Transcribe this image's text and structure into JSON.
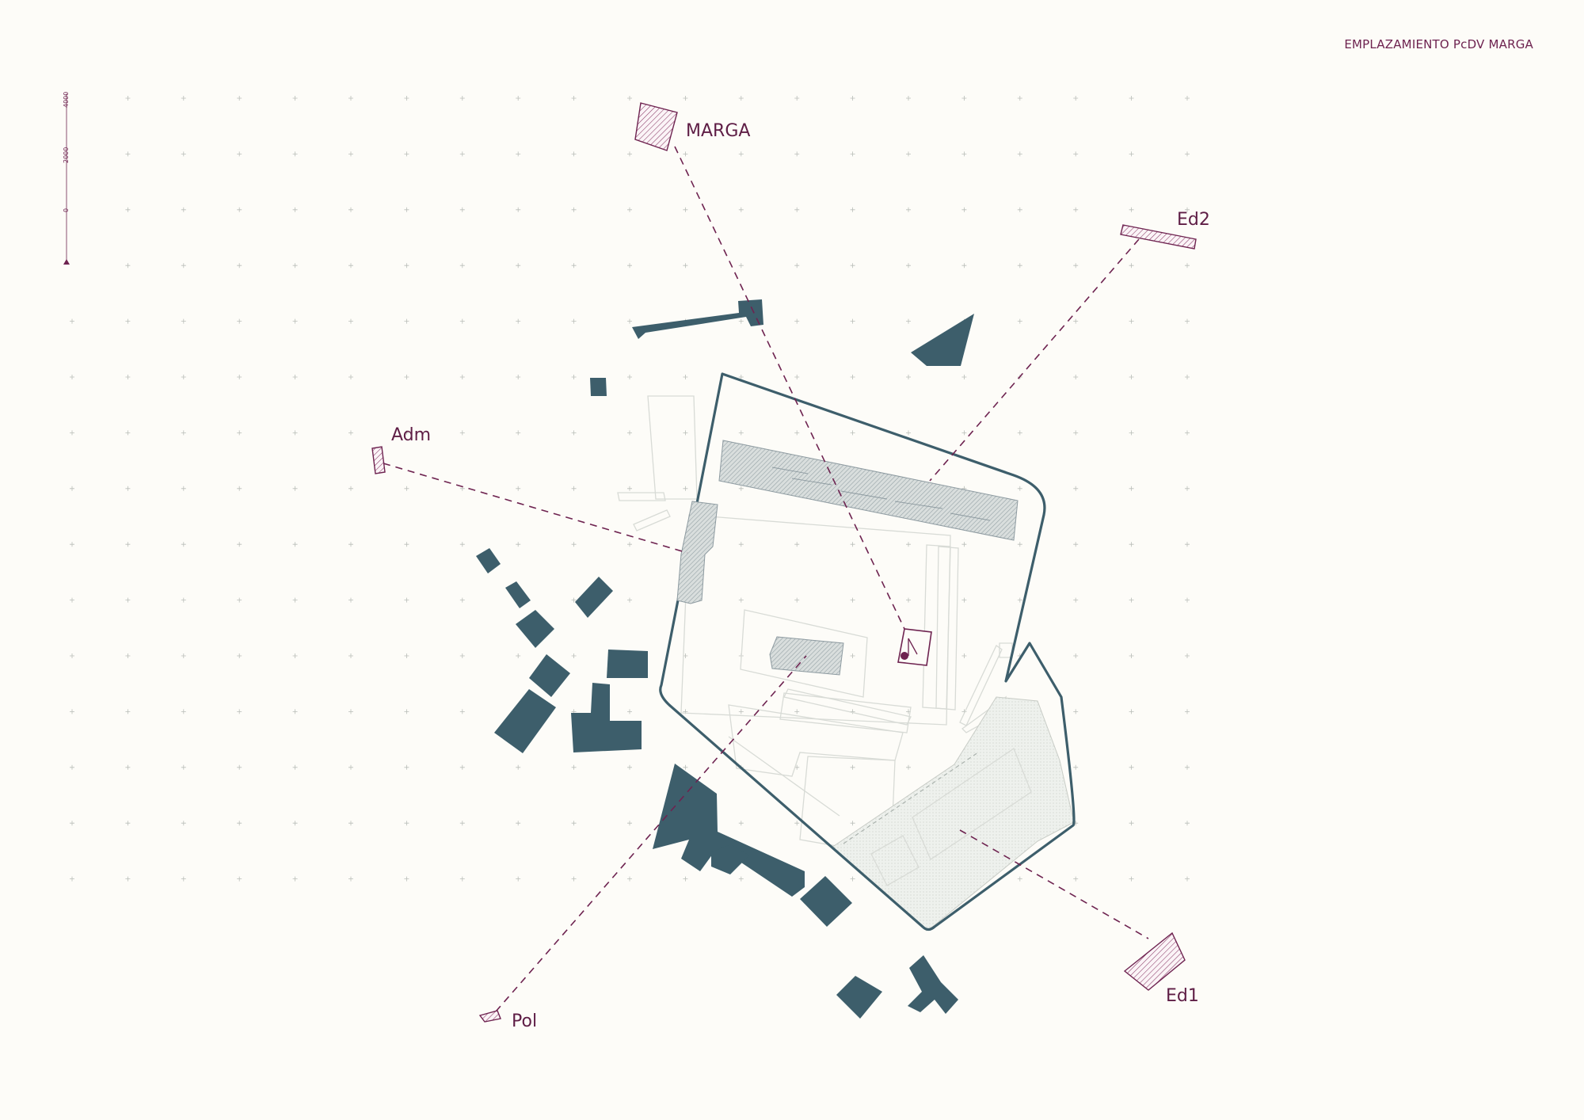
{
  "title": "EMPLAZAMIENTO PcDV MARGA",
  "scale_labels": [
    "4000",
    "2000",
    "0"
  ],
  "labels": {
    "marga": "MARGA",
    "ed2": "Ed2",
    "adm": "Adm",
    "ed1": "Ed1",
    "pol": "Pol"
  },
  "colors": {
    "background": "#fdfcf8",
    "building": "#3d5e6b",
    "accent": "#6e2350",
    "outline": "#3d5e6b"
  }
}
